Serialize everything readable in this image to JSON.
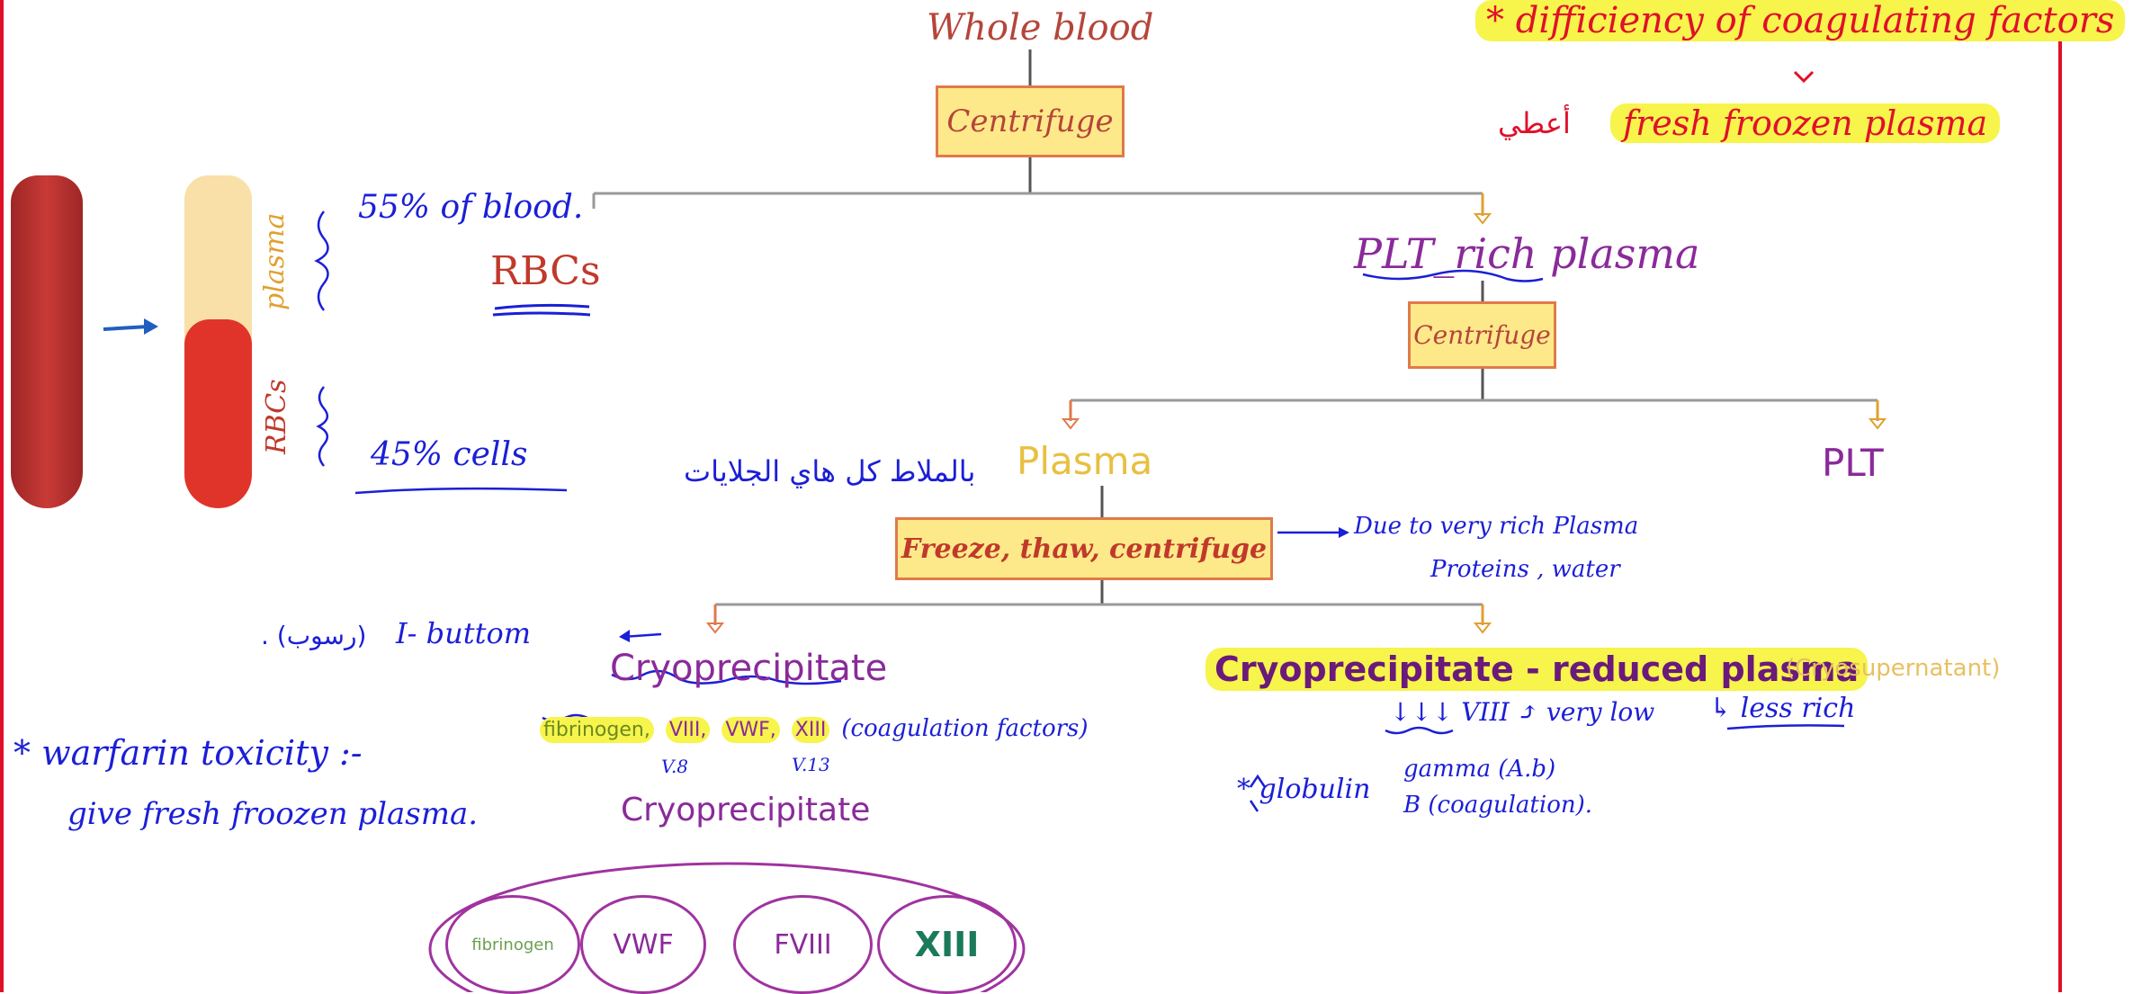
{
  "diagram": {
    "whole_blood": "Whole blood",
    "centrifuge_1": "Centrifuge",
    "rbcs": "RBCs",
    "plt_rich_plasma": "PLT_rich plasma",
    "centrifuge_2": "Centrifuge",
    "plasma": "Plasma",
    "plt": "PLT",
    "freeze_box": "Freeze, thaw, centrifuge",
    "cryoprecipitate": "Cryoprecipitate",
    "cryo_reduced_plasma": "Cryoprecipitate - reduced plasma",
    "cryosupernatant": "(Cryosupernatant)",
    "cryo_title_2": "Cryoprecipitate",
    "factors": [
      "fibrinogen",
      "VWF",
      "FVIII",
      "XIII"
    ],
    "tube_plasma_label": "plasma",
    "tube_rbc_label": "RBCs"
  },
  "notes": {
    "deficiency": "* difficiency of coagulating factors",
    "ffp_arabic": "أعطي",
    "ffp": "fresh froozen plasma",
    "pct_55": "55% of blood.",
    "pct_45": "45% cells",
    "arabic_plasma": "بالملاط كل هاي الجلايات",
    "due_to_1": "Due to very rich Plasma",
    "due_to_2": "Proteins , water",
    "bottom_arabic": ". (رسوب)",
    "bottom": "I- buttom",
    "fibrinogen_hl": "fibrinogen,",
    "viii_hl": "VIII,",
    "vwf_hl": "VWF,",
    "xiii_hl": "XIII",
    "coag_factors": "(coagulation factors)",
    "v8": "V.8",
    "v13": "V.13",
    "warfarin_1": "* warfarin toxicity :-",
    "warfarin_2": "give fresh froozen plasma.",
    "very_low": "↓↓↓ VIII ⤴ very low",
    "less_rich": "↳ less rich",
    "globulin": "* globulin",
    "gamma": "gamma (A.b)",
    "beta": "B (coagulation)."
  },
  "colors": {
    "ink": "#1b1fd6",
    "red_text": "#b5453a",
    "box_fill": "#fde98a",
    "box_border": "#e07a4a",
    "purple": "#8a2a9a",
    "highlight": "#f7f44c",
    "margin_line": "#e0102a"
  }
}
